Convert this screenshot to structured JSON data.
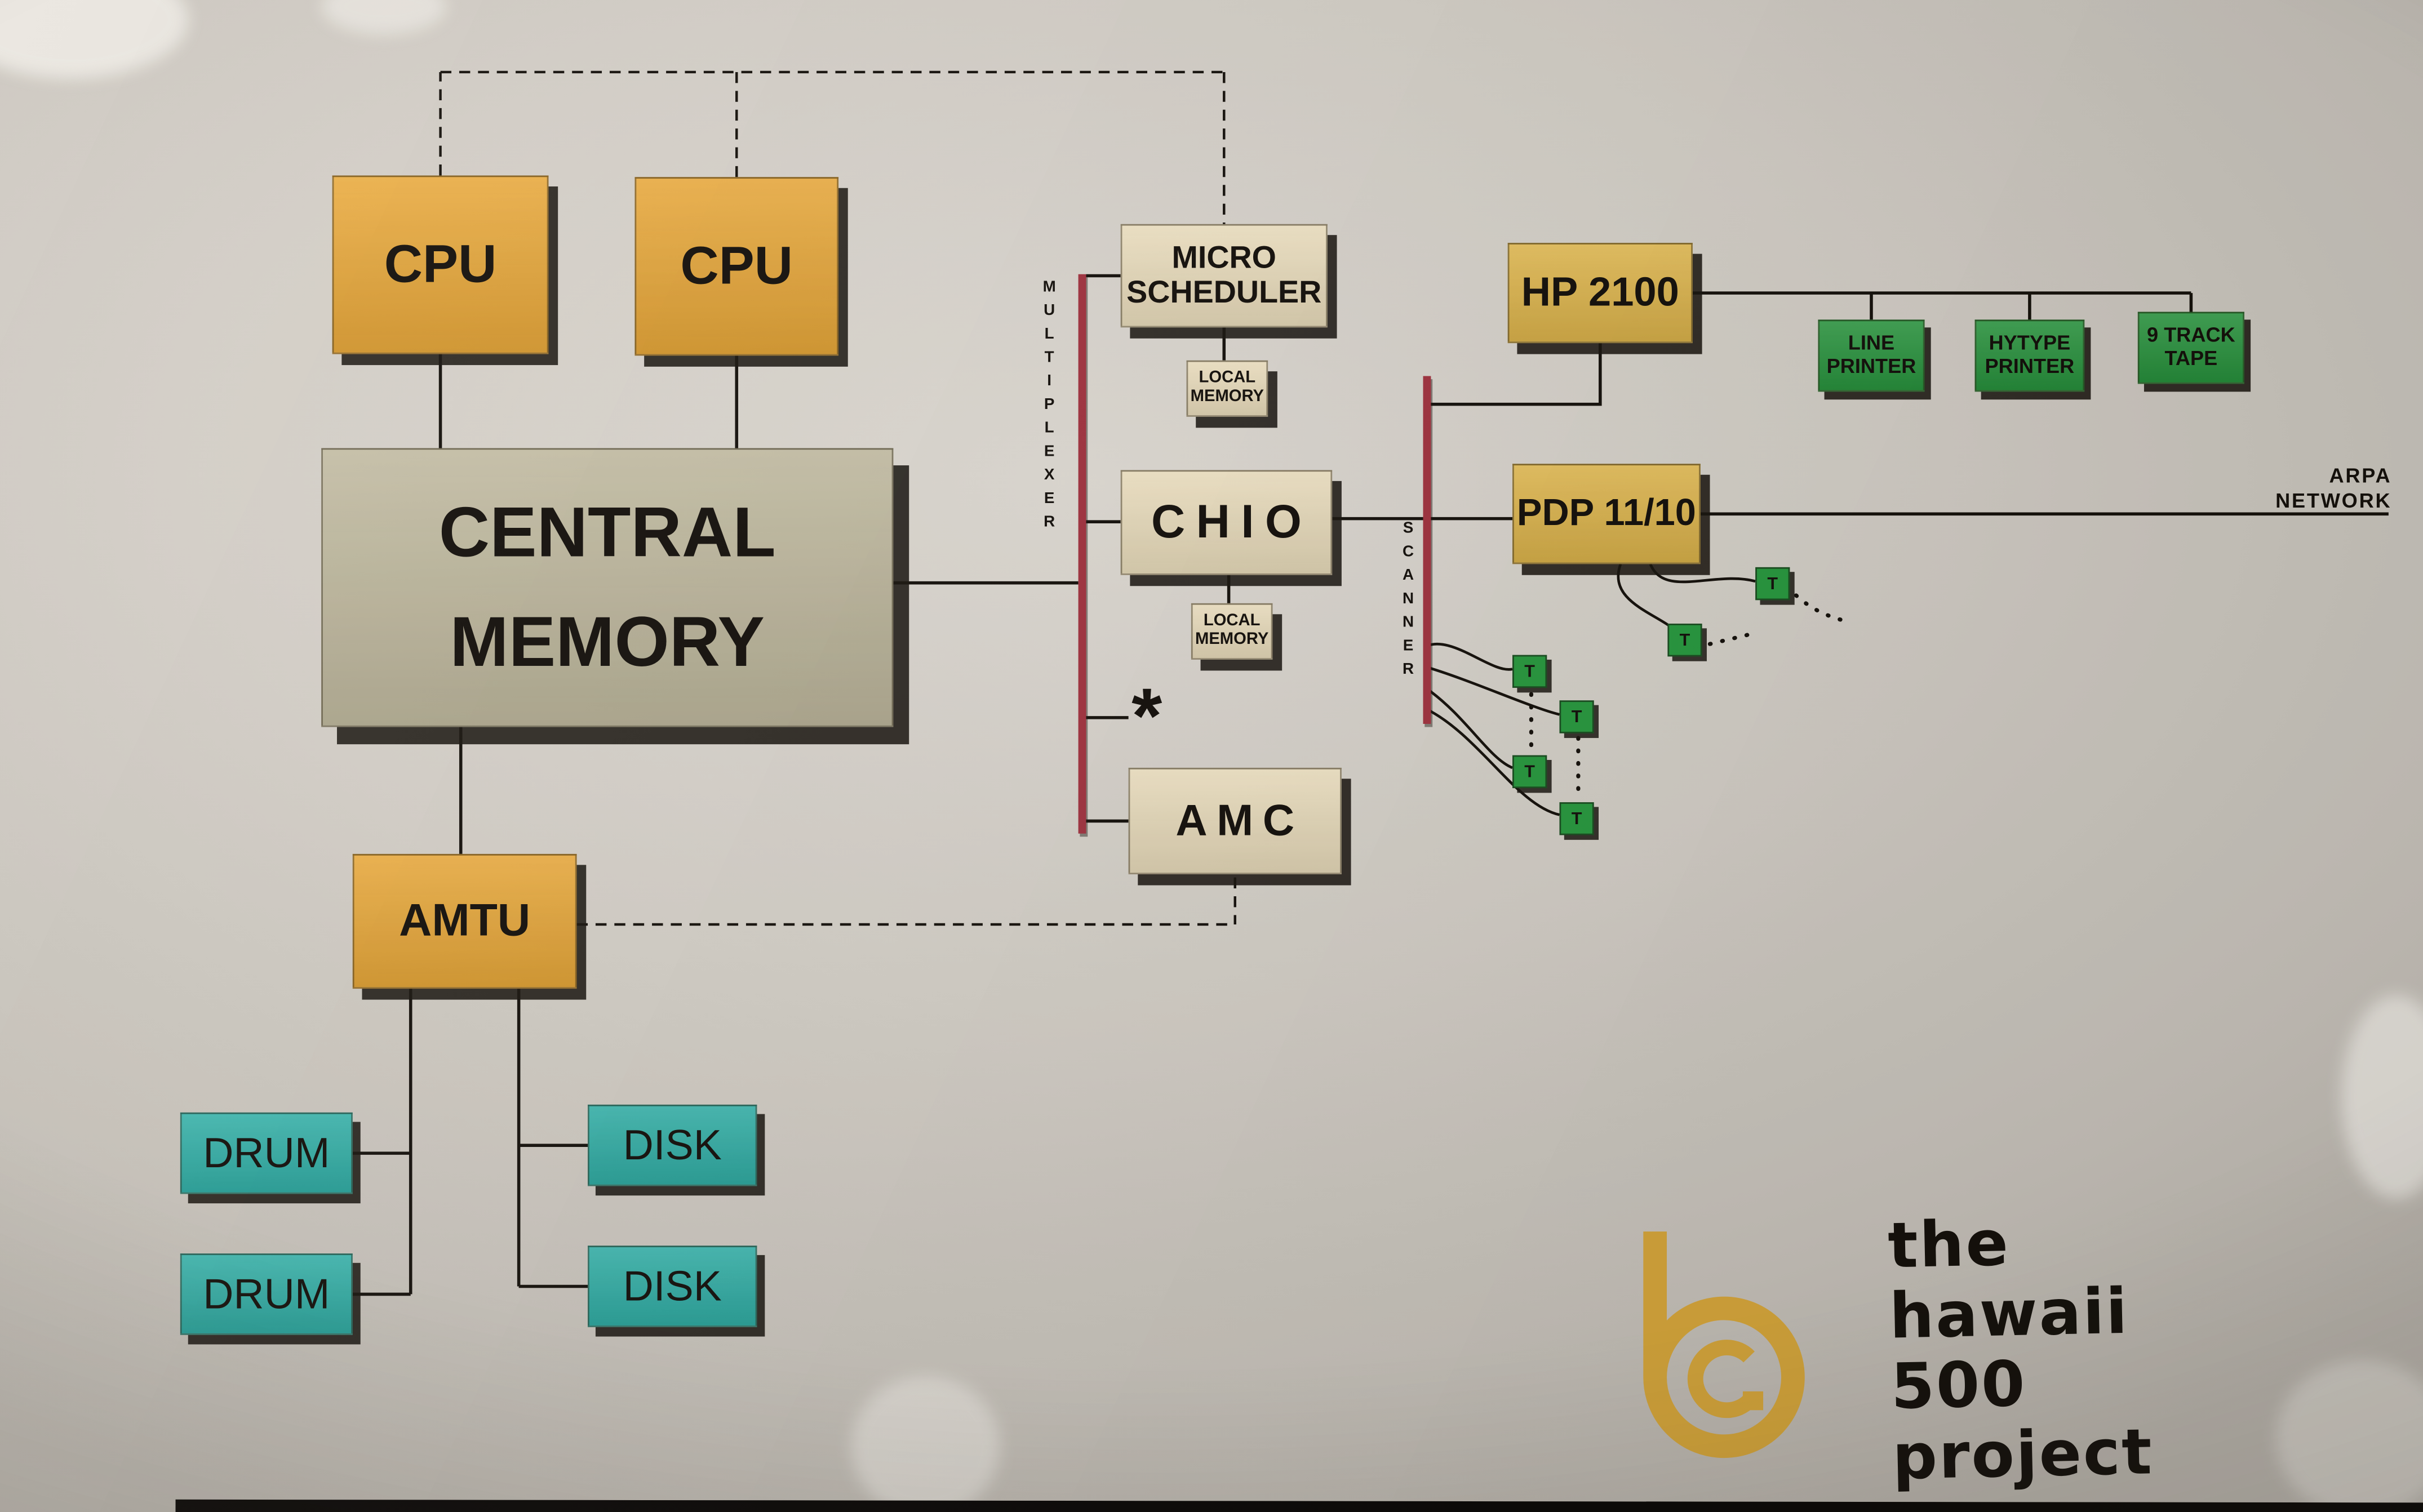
{
  "title": "the hawaii 500 project system diagram",
  "colors": {
    "background": "#d6d1c9",
    "box_yellow": "#eca936",
    "box_gold": "#e8bd4e",
    "box_tan": "#c2bb9f",
    "box_cream": "#f3e5c3",
    "box_teal": "#2eb1a8",
    "box_green": "#2b9c41",
    "bar_red": "#a43542",
    "line": "#17130d",
    "logo_gold": "#d9a93d",
    "text": "#16120d"
  },
  "nodes": {
    "cpu1": "CPU",
    "cpu2": "CPU",
    "central_memory": [
      "CENTRAL",
      "MEMORY"
    ],
    "amtu": "AMTU",
    "drum1": "DRUM",
    "drum2": "DRUM",
    "disk1": "DISK",
    "disk2": "DISK",
    "multiplexer": "MULTIPLEXER",
    "micro_scheduler": [
      "MICRO",
      "SCHEDULER"
    ],
    "local_memory_top": [
      "LOCAL",
      "MEMORY"
    ],
    "chio": "CHIO",
    "local_memory_bottom": [
      "LOCAL",
      "MEMORY"
    ],
    "asterisk": "*",
    "amc": "AMC",
    "scanner": "SCANNER",
    "hp_2100": "HP 2100",
    "pdp_11_10": "PDP 11/10",
    "line_printer": [
      "LINE",
      "PRINTER"
    ],
    "hytype_printer": [
      "HYTYPE",
      "PRINTER"
    ],
    "nine_track_tape": [
      "9 TRACK",
      "TAPE"
    ],
    "arpa_network": [
      "ARPA",
      "NETWORK"
    ],
    "terminal_label": "T"
  },
  "footer": {
    "stamp_lines": [
      "the",
      "hawaii",
      "500",
      "project"
    ]
  }
}
